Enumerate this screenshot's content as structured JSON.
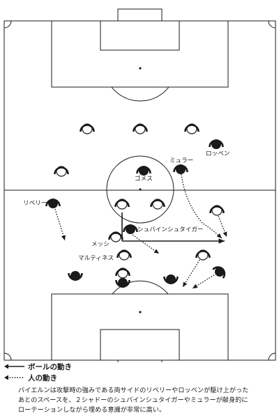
{
  "labels": {
    "gomez": "ゴメス",
    "muller": "ミュラー",
    "robben": "ロッベン",
    "ribery": "リベリー",
    "schweinsteiger": "シュバインシュタイガー",
    "messi": "メッシ",
    "martinez": "マルティネス"
  },
  "legend": {
    "ball_movement": "ボールの動き",
    "people_movement": "人の動き"
  },
  "caption": "バイエルンは攻撃時の強みである両サイドのリベリーやロッベンが駆け上がった\nあとのスペースを、２シャドーのシュバインシュタイガーやミュラーが献身的に\nローテーションしながら埋める意識が非常に高い。",
  "colors": {
    "line": "#1a1a1a",
    "background": "#ffffff"
  }
}
